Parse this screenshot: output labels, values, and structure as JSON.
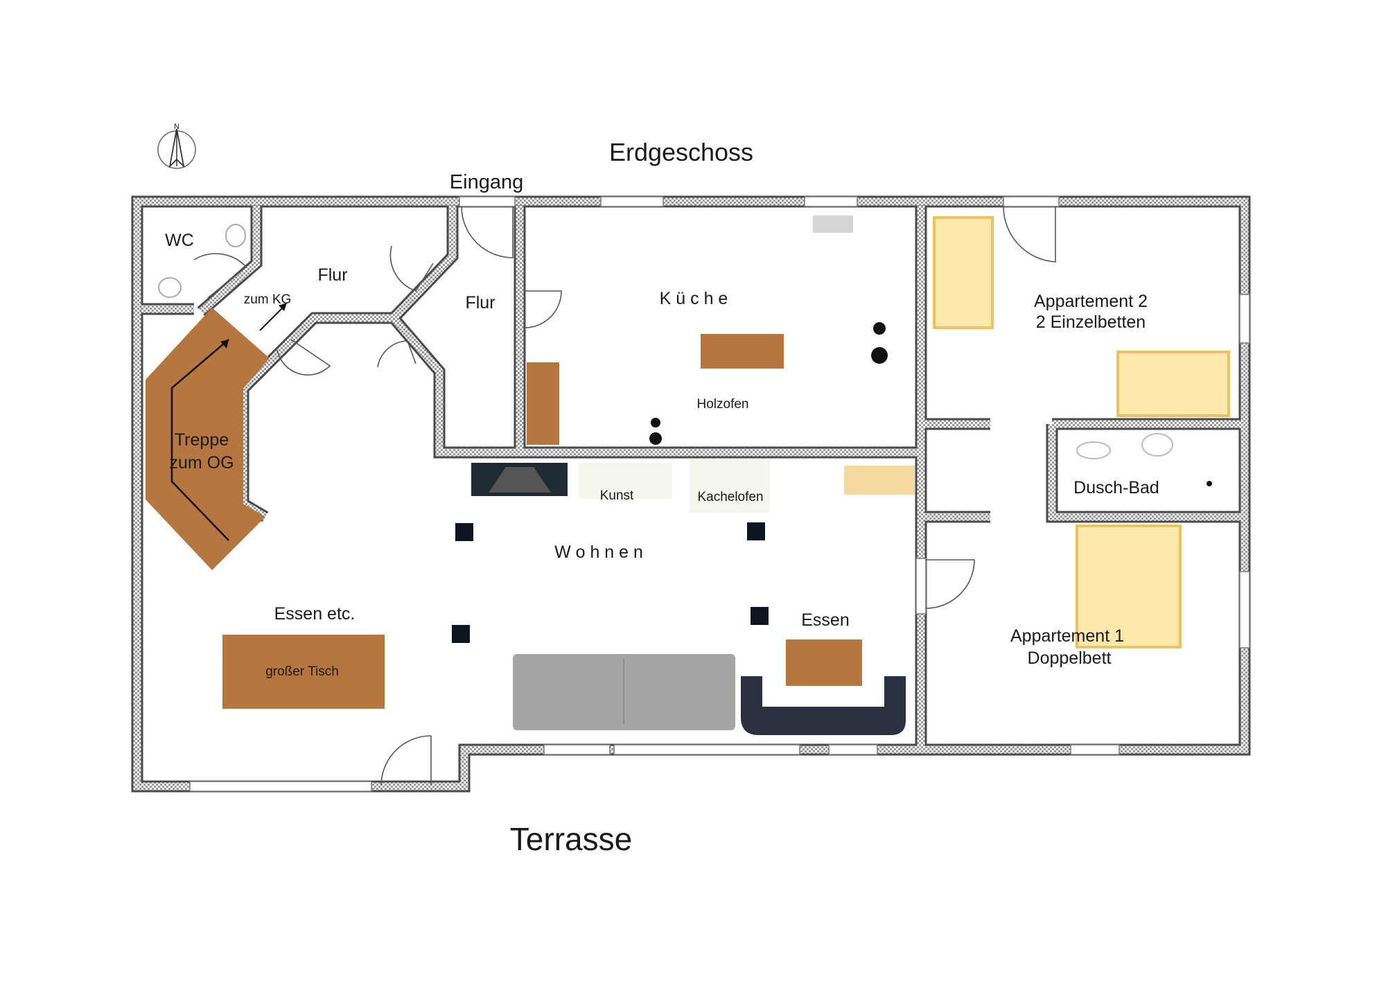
{
  "title": "Erdgeschoss",
  "entrance_label": "Eingang",
  "outside_label": "Terrasse",
  "compass_letter": "N",
  "rooms": {
    "wc": "WC",
    "flur_1": "Flur",
    "zum_kg": "zum KG",
    "flur_2": "Flur",
    "kueche": "K ü c h e",
    "holzofen": "Holzofen",
    "treppe_line1": "Treppe",
    "treppe_line2": "zum OG",
    "kunst": "Kunst",
    "kachelofen": "Kachelofen",
    "wohnen": "W o h n e n",
    "essen_etc": "Essen  etc.",
    "grosser_tisch": "großer Tisch",
    "essen": "Essen",
    "app2_line1": "Appartement 2",
    "app2_line2": "2 Einzelbetten",
    "dusch_bad": "Dusch-Bad",
    "app1_line1": "Appartement 1",
    "app1_line2": "Doppelbett"
  },
  "colors": {
    "wood": "#b5773f",
    "bed": "#fde9ad",
    "bed_border": "#ecc25c",
    "sofa_gray": "#a4a6a5",
    "sofa_dark": "#2a3140"
  }
}
